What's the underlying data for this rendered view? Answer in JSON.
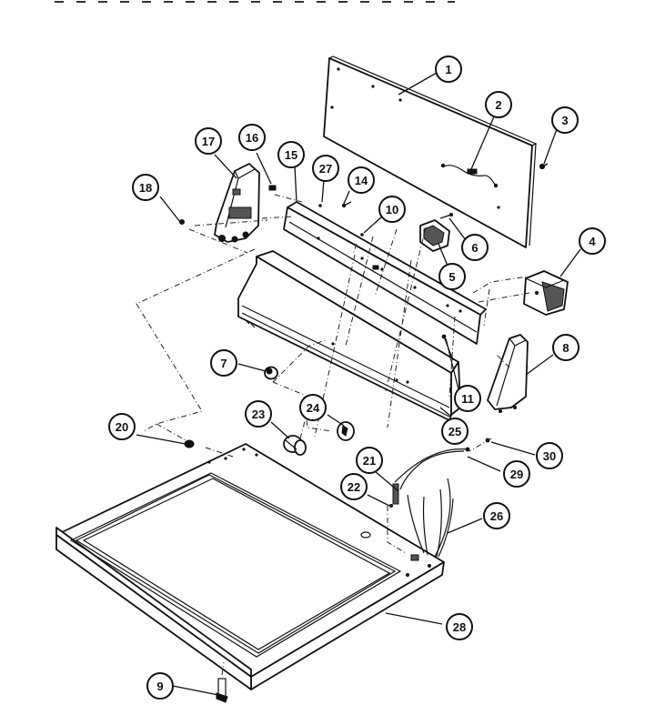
{
  "colors": {
    "ink": "#111111",
    "paper": "#ffffff"
  },
  "callouts": [
    {
      "label": "1"
    },
    {
      "label": "2"
    },
    {
      "label": "3"
    },
    {
      "label": "4"
    },
    {
      "label": "5"
    },
    {
      "label": "6"
    },
    {
      "label": "7"
    },
    {
      "label": "8"
    },
    {
      "label": "9"
    },
    {
      "label": "10"
    },
    {
      "label": "11"
    },
    {
      "label": "14"
    },
    {
      "label": "15"
    },
    {
      "label": "16"
    },
    {
      "label": "17"
    },
    {
      "label": "18"
    },
    {
      "label": "20"
    },
    {
      "label": "21"
    },
    {
      "label": "22"
    },
    {
      "label": "23"
    },
    {
      "label": "24"
    },
    {
      "label": "25"
    },
    {
      "label": "26"
    },
    {
      "label": "27"
    },
    {
      "label": "28"
    },
    {
      "label": "29"
    },
    {
      "label": "30"
    }
  ]
}
